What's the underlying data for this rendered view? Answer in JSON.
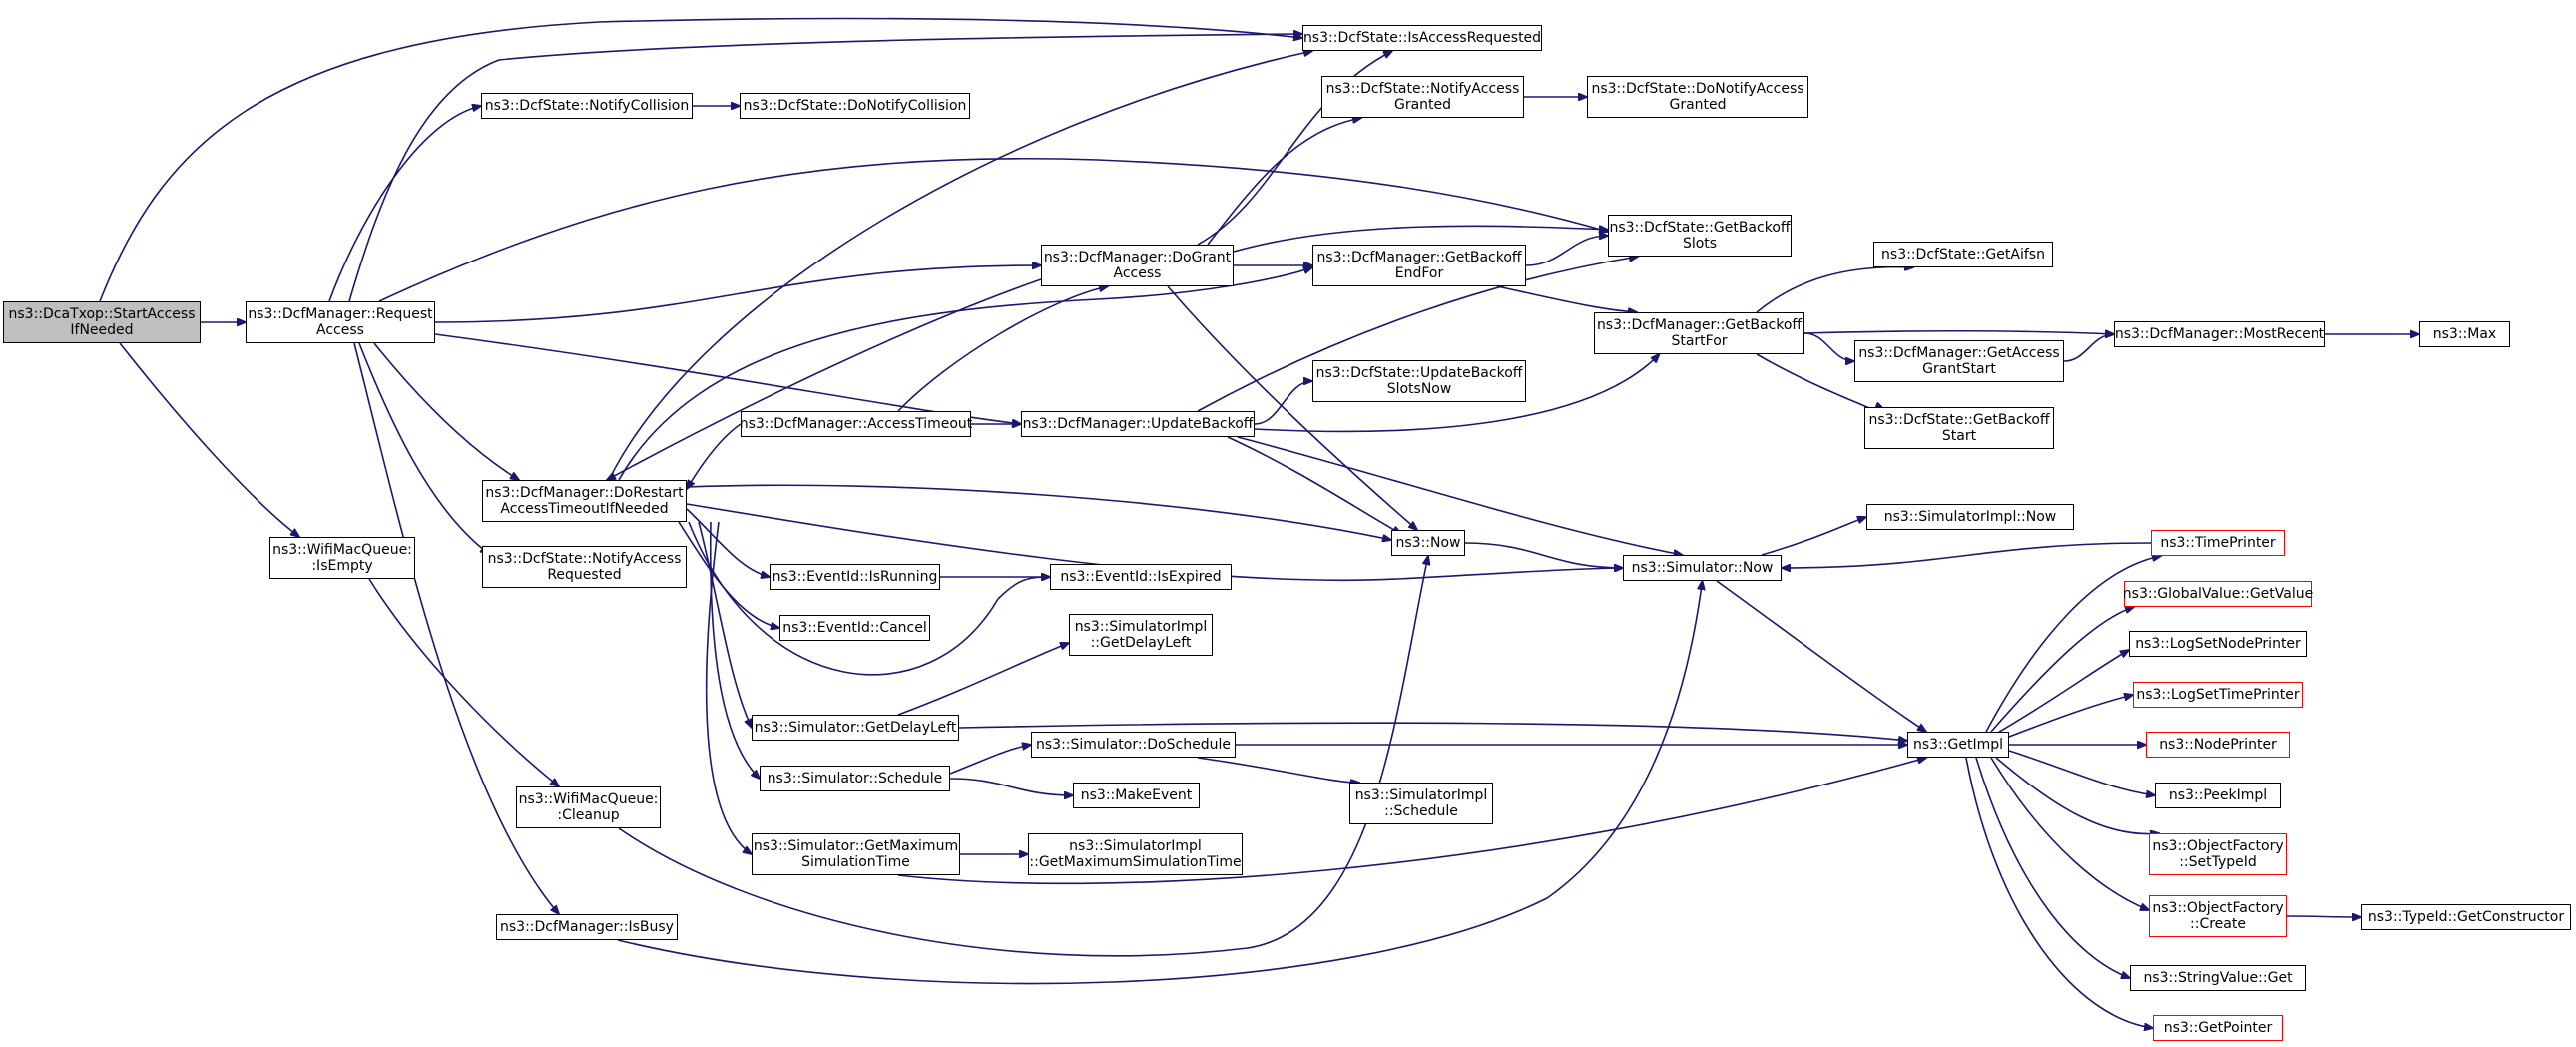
{
  "colors": {
    "edge": "#191970",
    "root_fill": "#bfbfbf",
    "truncated_border": "#ff0000",
    "node_border": "#000000"
  },
  "nodes": [
    {
      "id": "n_start",
      "label": "ns3::DcaTxop::StartAccess\nIfNeeded",
      "root": true
    },
    {
      "id": "n_request",
      "label": "ns3::DcfManager::Request\nAccess"
    },
    {
      "id": "n_isempty",
      "label": "ns3::WifiMacQueue:\n:IsEmpty"
    },
    {
      "id": "n_notifycoll",
      "label": "ns3::DcfState::NotifyCollision"
    },
    {
      "id": "n_donotifycoll",
      "label": "ns3::DcfState::DoNotifyCollision"
    },
    {
      "id": "n_restart",
      "label": "ns3::DcfManager::DoRestart\nAccessTimeoutIfNeeded"
    },
    {
      "id": "n_notifyreq",
      "label": "ns3::DcfState::NotifyAccess\nRequested"
    },
    {
      "id": "n_cleanup",
      "label": "ns3::WifiMacQueue:\n:Cleanup"
    },
    {
      "id": "n_isbusy",
      "label": "ns3::DcfManager::IsBusy"
    },
    {
      "id": "n_accesstimeout",
      "label": "ns3::DcfManager::AccessTimeout"
    },
    {
      "id": "n_isrunning",
      "label": "ns3::EventId::IsRunning"
    },
    {
      "id": "n_cancel",
      "label": "ns3::EventId::Cancel"
    },
    {
      "id": "n_getdelayleft",
      "label": "ns3::Simulator::GetDelayLeft"
    },
    {
      "id": "n_schedule",
      "label": "ns3::Simulator::Schedule"
    },
    {
      "id": "n_getmax",
      "label": "ns3::Simulator::GetMaximum\nSimulationTime"
    },
    {
      "id": "n_isaccessreq",
      "label": "ns3::DcfState::IsAccessRequested"
    },
    {
      "id": "n_dogrant",
      "label": "ns3::DcfManager::DoGrant\nAccess"
    },
    {
      "id": "n_updatebackoff",
      "label": "ns3::DcfManager::UpdateBackoff"
    },
    {
      "id": "n_isexpired",
      "label": "ns3::EventId::IsExpired"
    },
    {
      "id": "n_implgetdelay",
      "label": "ns3::SimulatorImpl\n::GetDelayLeft"
    },
    {
      "id": "n_doschedule",
      "label": "ns3::Simulator::DoSchedule"
    },
    {
      "id": "n_makeevent",
      "label": "ns3::MakeEvent"
    },
    {
      "id": "n_implgetmax",
      "label": "ns3::SimulatorImpl\n::GetMaximumSimulationTime"
    },
    {
      "id": "n_notifygranted",
      "label": "ns3::DcfState::NotifyAccess\nGranted"
    },
    {
      "id": "n_getbackoffendfor",
      "label": "ns3::DcfManager::GetBackoff\nEndFor"
    },
    {
      "id": "n_updatebackoffslots",
      "label": "ns3::DcfState::UpdateBackoff\nSlotsNow"
    },
    {
      "id": "n_now",
      "label": "ns3::Now"
    },
    {
      "id": "n_implschedule",
      "label": "ns3::SimulatorImpl\n::Schedule"
    },
    {
      "id": "n_donotifygranted",
      "label": "ns3::DcfState::DoNotifyAccess\nGranted"
    },
    {
      "id": "n_getbackoffslots",
      "label": "ns3::DcfState::GetBackoff\nSlots"
    },
    {
      "id": "n_getbackoffstartfor",
      "label": "ns3::DcfManager::GetBackoff\nStartFor"
    },
    {
      "id": "n_simnow",
      "label": "ns3::Simulator::Now"
    },
    {
      "id": "n_getimpl",
      "label": "ns3::GetImpl"
    },
    {
      "id": "n_getaifsn",
      "label": "ns3::DcfState::GetAifsn"
    },
    {
      "id": "n_getaccessgrantstart",
      "label": "ns3::DcfManager::GetAccess\nGrantStart"
    },
    {
      "id": "n_getbackoffstart",
      "label": "ns3::DcfState::GetBackoff\nStart"
    },
    {
      "id": "n_implnow",
      "label": "ns3::SimulatorImpl::Now"
    },
    {
      "id": "n_mostrecent",
      "label": "ns3::DcfManager::MostRecent"
    },
    {
      "id": "n_max",
      "label": "ns3::Max"
    },
    {
      "id": "n_timeprinter",
      "label": "ns3::TimePrinter",
      "red": true
    },
    {
      "id": "n_globalvalue",
      "label": "ns3::GlobalValue::GetValue",
      "red": true
    },
    {
      "id": "n_lognode",
      "label": "ns3::LogSetNodePrinter"
    },
    {
      "id": "n_logtime",
      "label": "ns3::LogSetTimePrinter",
      "red": true
    },
    {
      "id": "n_nodeprinter",
      "label": "ns3::NodePrinter",
      "red": true
    },
    {
      "id": "n_peekimpl",
      "label": "ns3::PeekImpl"
    },
    {
      "id": "n_settypeid",
      "label": "ns3::ObjectFactory\n::SetTypeId",
      "red": true
    },
    {
      "id": "n_create",
      "label": "ns3::ObjectFactory\n::Create",
      "red": true
    },
    {
      "id": "n_stringget",
      "label": "ns3::StringValue::Get"
    },
    {
      "id": "n_getpointer",
      "label": "ns3::GetPointer",
      "red": true
    },
    {
      "id": "n_getconstructor",
      "label": "ns3::TypeId::GetConstructor"
    }
  ]
}
